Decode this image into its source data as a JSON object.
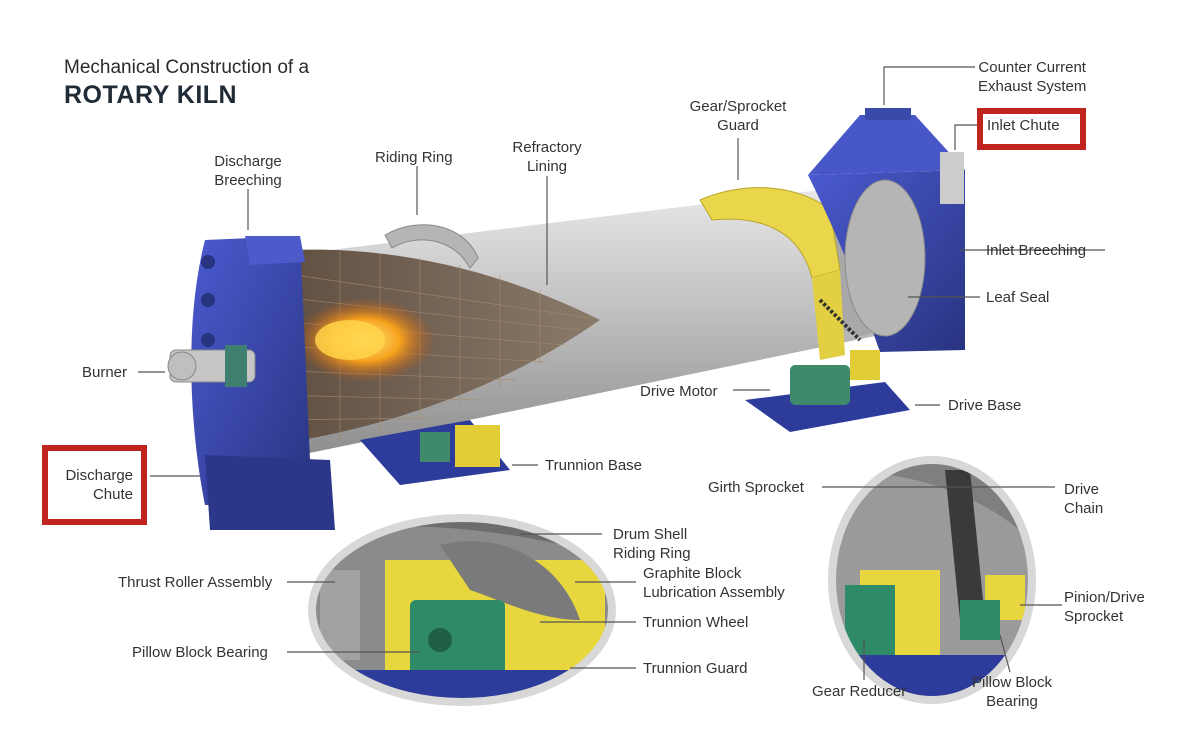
{
  "header": {
    "title_line1": "Mechanical Construction of a",
    "title_line2": "ROTARY KILN"
  },
  "labels": {
    "counter_current_1": "Counter Current",
    "counter_current_2": "Exhaust System",
    "inlet_chute": "Inlet Chute",
    "gear_guard_1": "Gear/Sprocket",
    "gear_guard_2": "Guard",
    "refractory_1": "Refractory",
    "refractory_2": "Lining",
    "riding_ring": "Riding Ring",
    "discharge_breeching_1": "Discharge",
    "discharge_breeching_2": "Breeching",
    "inlet_breeching": "Inlet Breeching",
    "leaf_seal": "Leaf Seal",
    "burner": "Burner",
    "drive_motor": "Drive Motor",
    "drive_base": "Drive Base",
    "discharge_chute_1": "Discharge",
    "discharge_chute_2": "Chute",
    "trunnion_base": "Trunnion Base",
    "girth_sprocket": "Girth Sprocket",
    "drive_chain_1": "Drive",
    "drive_chain_2": "Chain",
    "drum_shell": "Drum Shell",
    "riding_ring_2": "Riding Ring",
    "graphite_1": "Graphite Block",
    "graphite_2": "Lubrication Assembly",
    "thrust_roller": "Thrust Roller Assembly",
    "trunnion_wheel": "Trunnion Wheel",
    "pillow_block": "Pillow Block Bearing",
    "trunnion_guard": "Trunnion Guard",
    "pinion_1": "Pinion/Drive",
    "pinion_2": "Sprocket",
    "gear_reducer": "Gear Reducer",
    "pillow_block_2a": "Pillow Block",
    "pillow_block_2b": "Bearing"
  },
  "colors": {
    "highlight_box": "#c0241f",
    "steel_blue": "#3a4aa8",
    "guard_yellow": "#e9d64a",
    "shell_gray": "#c9c9c9"
  }
}
